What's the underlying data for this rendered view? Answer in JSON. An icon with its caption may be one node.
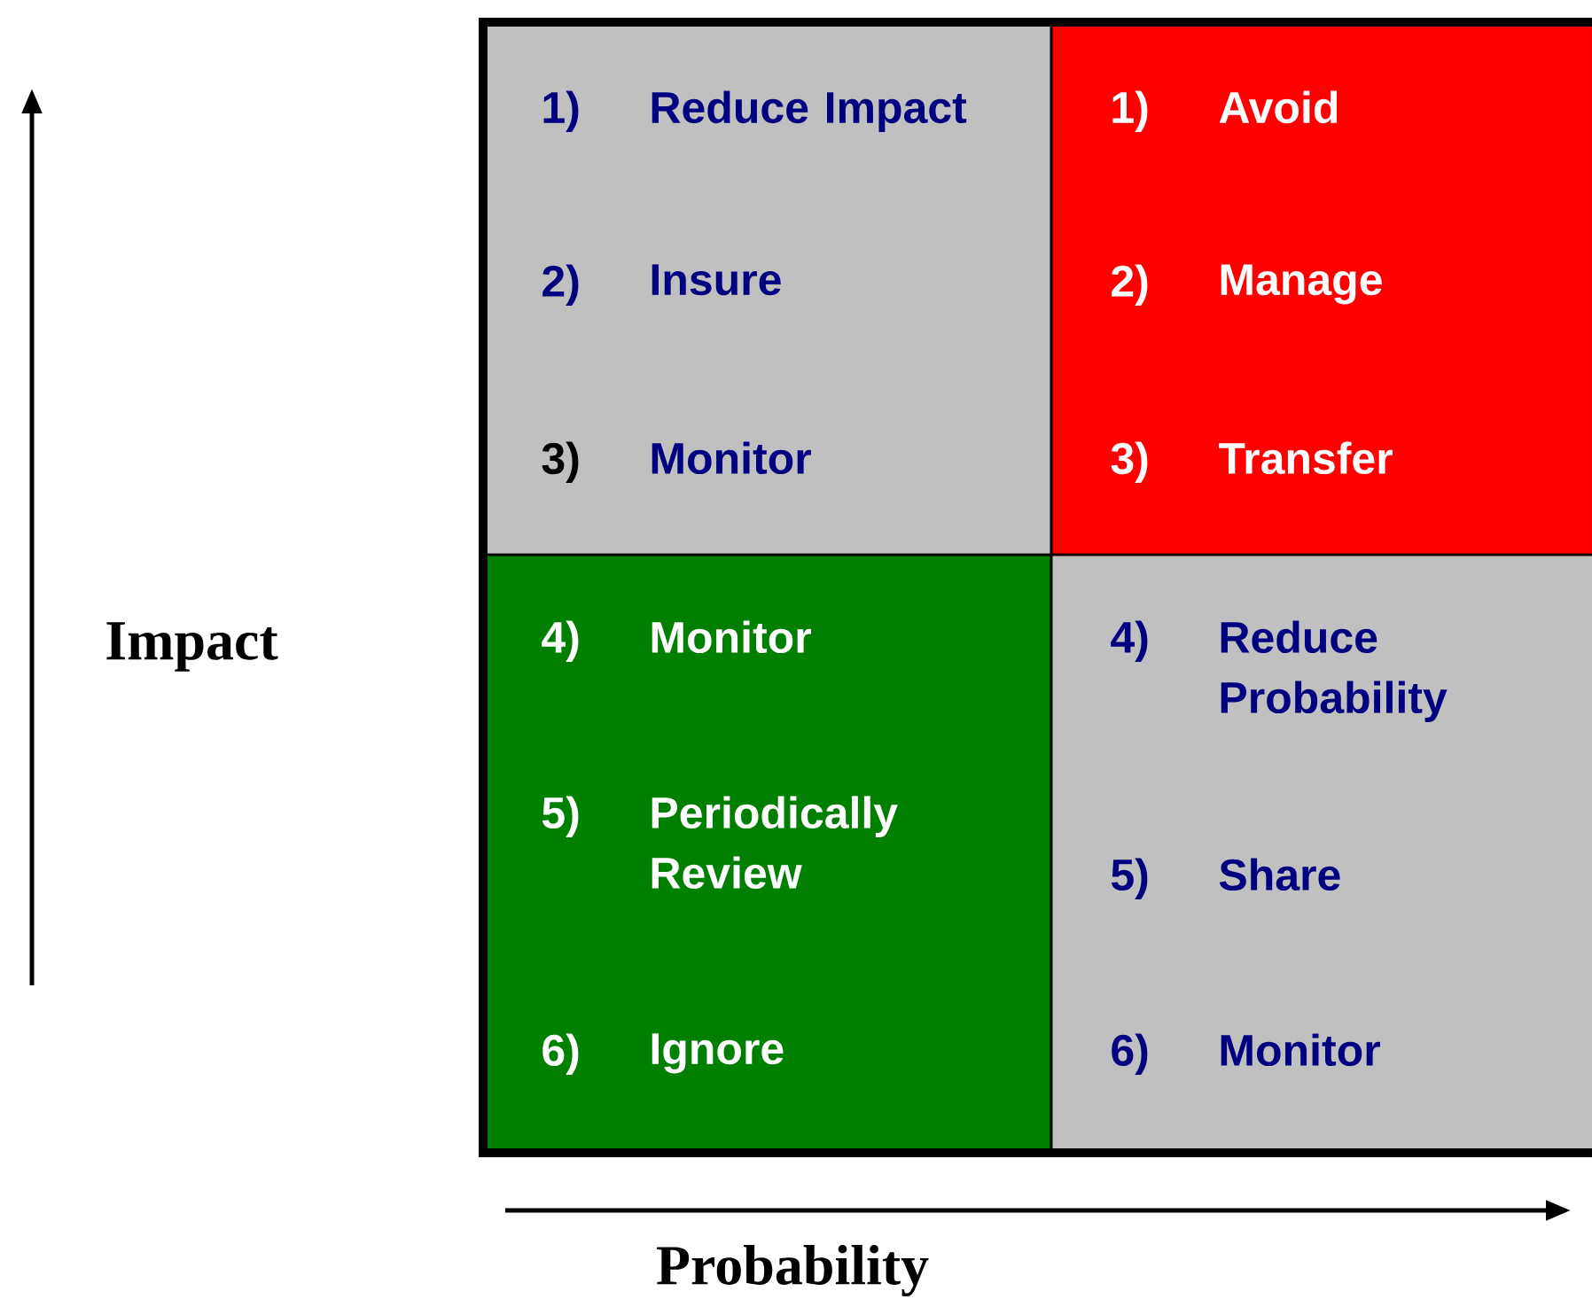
{
  "diagram": {
    "nodes": [
      {
        "text": [
          "1)",
          "Reduce Impact",
          "2)",
          "Insure",
          "3)",
          "Monitor"
        ]
      },
      {
        "text": [
          "1)",
          "Avoid",
          "2)",
          "Manage",
          "3)",
          "Transfer"
        ]
      },
      {
        "text": [
          "4)",
          "Monitor",
          "5)",
          "Periodically Review",
          "6)",
          "Ignore"
        ]
      },
      {
        "text": [
          "4)",
          "Reduce Probability",
          "5)",
          "Share",
          "6)",
          "Monitor"
        ]
      }
    ],
    "edges": [],
    "labels": [
      "Impact",
      "Probability"
    ]
  }
}
